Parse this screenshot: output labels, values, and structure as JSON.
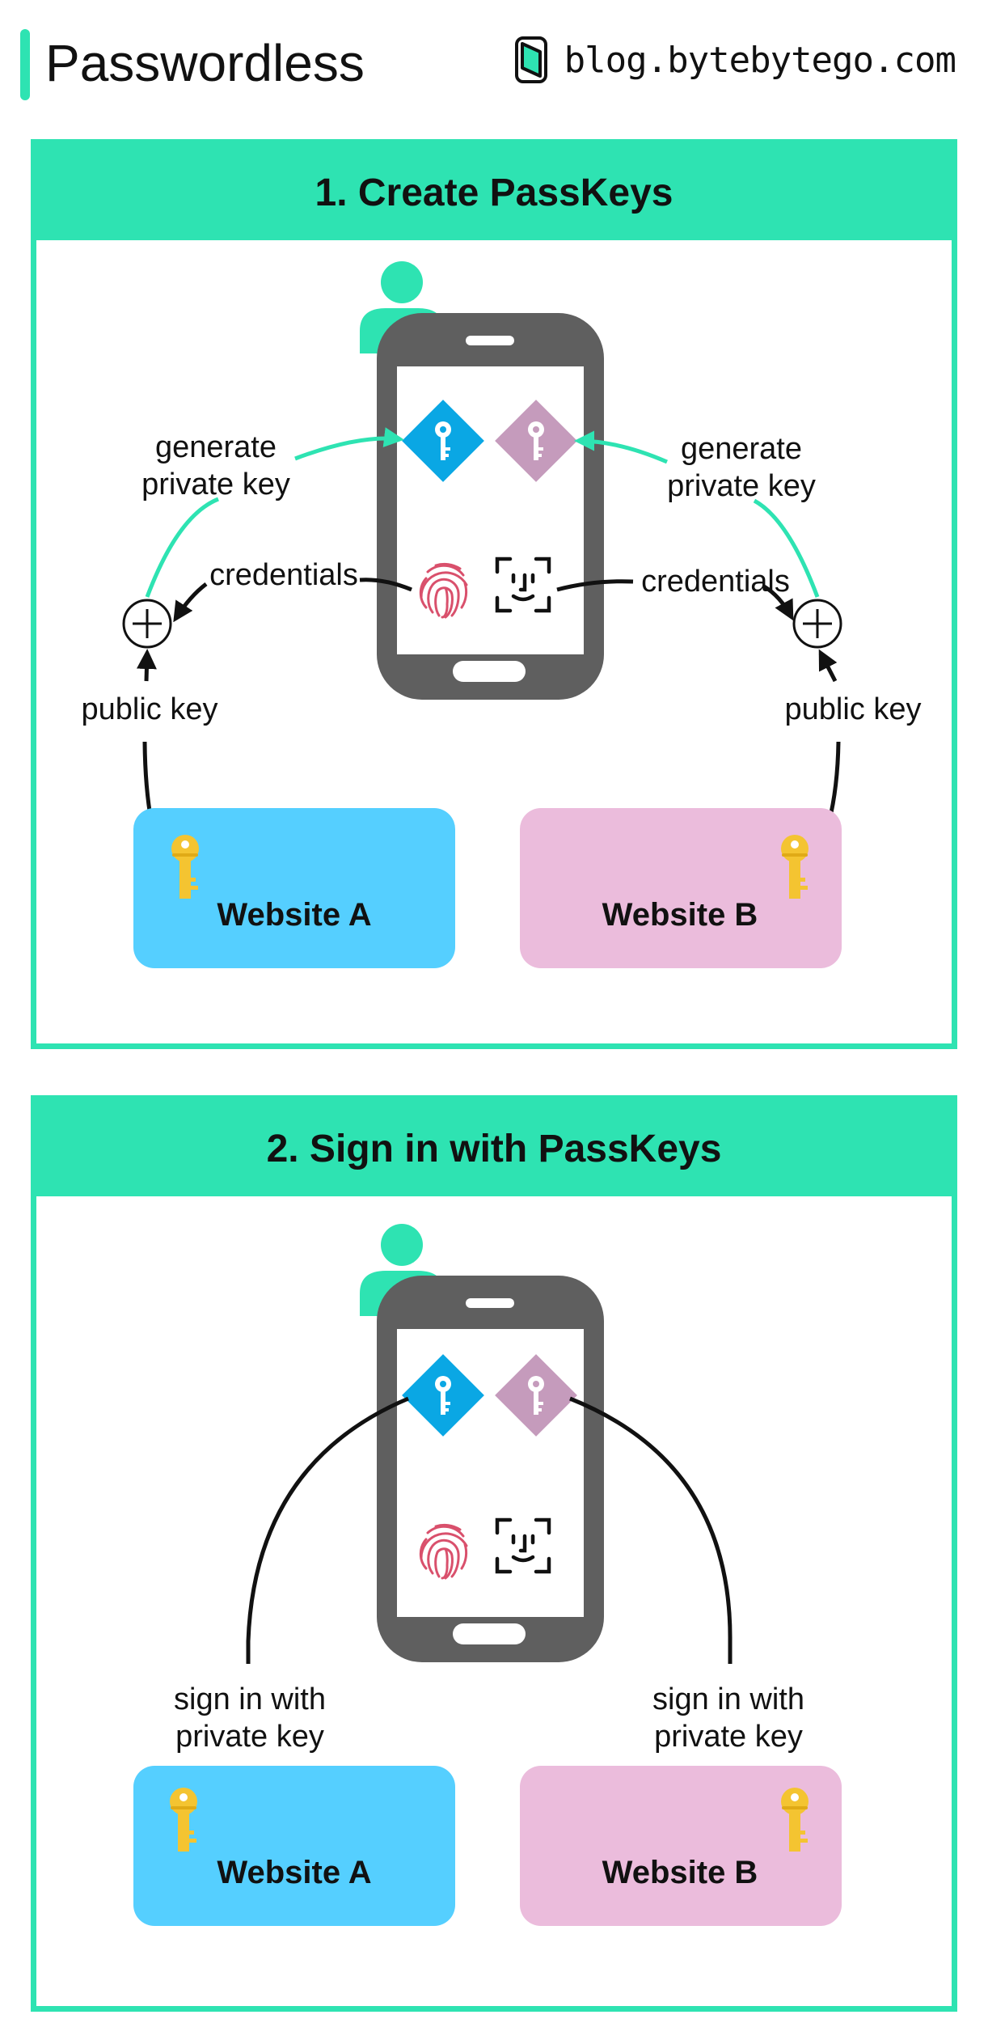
{
  "header": {
    "title": "Passwordless",
    "brand": "blog.bytebytego.com"
  },
  "colors": {
    "accent": "#2ee3b2",
    "phone": "#5f5f5f",
    "site_a": "#55cfff",
    "site_b": "#ebbcdc",
    "key_a": "#0aa7e4",
    "key_b": "#c59bbc",
    "gold_key": "#f4c431",
    "fingerprint": "#d9506c"
  },
  "panel1": {
    "title": "1. Create PassKeys",
    "generate_left": [
      "generate",
      "private key"
    ],
    "generate_right": [
      "generate",
      "private key"
    ],
    "credentials_left": "credentials",
    "credentials_right": "credentials",
    "public_key_left": "public key",
    "public_key_right": "public key",
    "website_a": "Website A",
    "website_b": "Website B"
  },
  "panel2": {
    "title": "2. Sign in with PassKeys",
    "sign_left": [
      "sign in with",
      "private key"
    ],
    "sign_right": [
      "sign in with",
      "private key"
    ],
    "website_a": "Website A",
    "website_b": "Website B"
  },
  "icons": [
    "user-icon",
    "smartphone-icon",
    "key-diamond-icon",
    "fingerprint-icon",
    "face-id-icon",
    "plus-circle-icon",
    "gold-key-icon",
    "brand-logo-icon"
  ]
}
